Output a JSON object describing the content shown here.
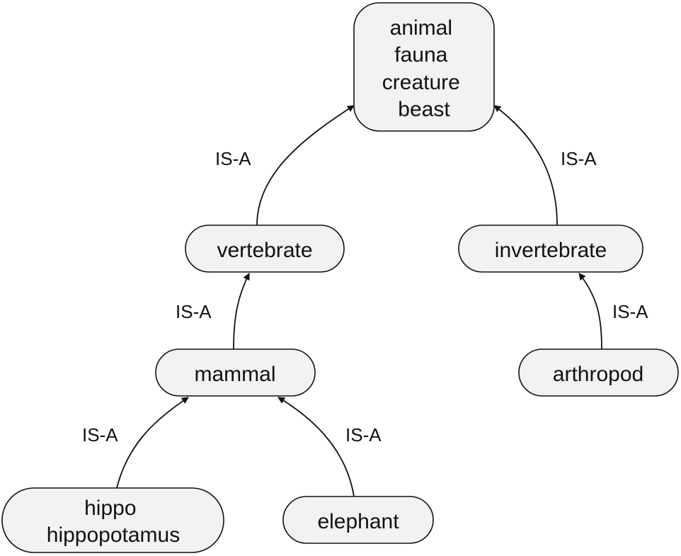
{
  "diagram": {
    "nodes": {
      "animal": {
        "lines": [
          "animal",
          "fauna",
          "creature",
          "beast"
        ]
      },
      "vertebrate": {
        "lines": [
          "vertebrate"
        ]
      },
      "invertebrate": {
        "lines": [
          "invertebrate"
        ]
      },
      "mammal": {
        "lines": [
          "mammal"
        ]
      },
      "arthropod": {
        "lines": [
          "arthropod"
        ]
      },
      "hippo": {
        "lines": [
          "hippo",
          "hippopotamus"
        ]
      },
      "elephant": {
        "lines": [
          "elephant"
        ]
      }
    },
    "edges": [
      {
        "from": "vertebrate",
        "to": "animal",
        "label": "IS-A"
      },
      {
        "from": "invertebrate",
        "to": "animal",
        "label": "IS-A"
      },
      {
        "from": "mammal",
        "to": "vertebrate",
        "label": "IS-A"
      },
      {
        "from": "arthropod",
        "to": "invertebrate",
        "label": "IS-A"
      },
      {
        "from": "hippo",
        "to": "mammal",
        "label": "IS-A"
      },
      {
        "from": "elephant",
        "to": "mammal",
        "label": "IS-A"
      }
    ]
  }
}
